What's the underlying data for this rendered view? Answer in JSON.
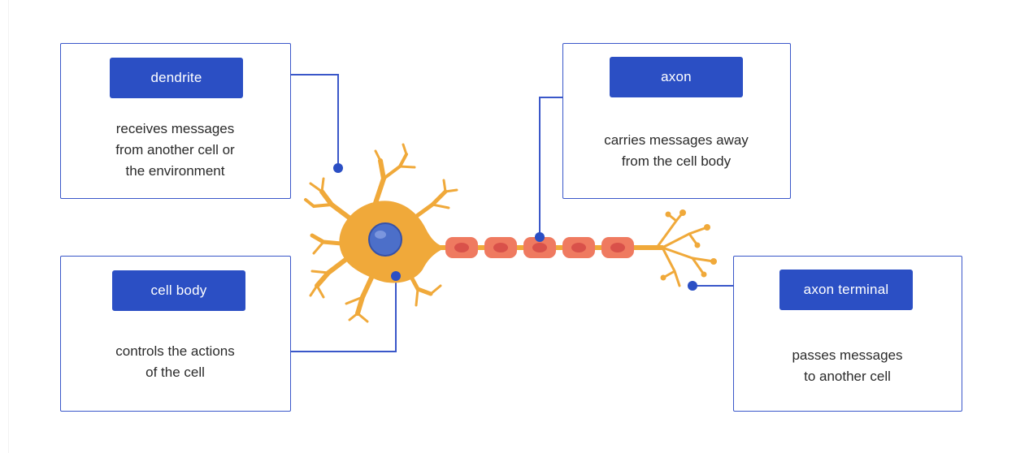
{
  "parts": [
    {
      "id": "dendrite",
      "label": "dendrite",
      "description": "receives messages\nfrom another cell or\nthe environment"
    },
    {
      "id": "axon",
      "label": "axon",
      "description": "carries messages away\nfrom the cell body"
    },
    {
      "id": "cell-body",
      "label": "cell body",
      "description": "controls the actions\nof the cell"
    },
    {
      "id": "axon-terminal",
      "label": "axon terminal",
      "description": "passes messages\nto another cell"
    }
  ],
  "colors": {
    "accent": "#2b4fc4",
    "border": "#3a57c9",
    "neuron": "#f0a93a",
    "nucleus": "#4c6fc9",
    "myelin": "#ef7a60",
    "myelin_node": "#d9514a"
  }
}
